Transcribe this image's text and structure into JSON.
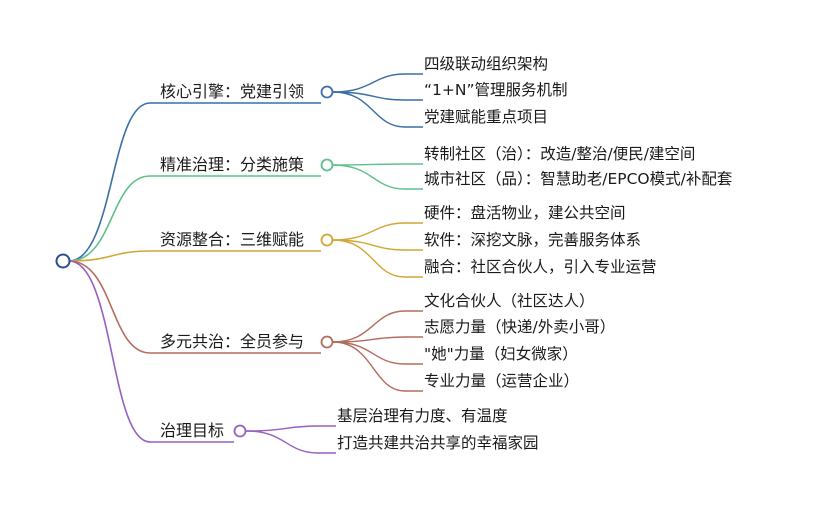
{
  "mindmap": {
    "root": {
      "label": ""
    },
    "branches": [
      {
        "label": "核心引擎：党建引领",
        "color": "#3a6ea5",
        "leaves": [
          "四级联动组织架构",
          "“1+N”管理服务机制",
          "党建赋能重点项目"
        ]
      },
      {
        "label": "精准治理：分类施策",
        "color": "#5fc08c",
        "leaves": [
          "转制社区（治）：改造/整治/便民/建空间",
          "城市社区（品）：智慧助老/EPCO模式/补配套"
        ]
      },
      {
        "label": "资源整合：三维赋能",
        "color": "#d2a630",
        "leaves": [
          "硬件：盘活物业，建公共空间",
          "软件：深挖文脉，完善服务体系",
          "融合：社区合伙人，引入专业运营"
        ]
      },
      {
        "label": "多元共治：全员参与",
        "color": "#b46c5e",
        "leaves": [
          "文化合伙人（社区达人）",
          "志愿力量（快递/外卖小哥）",
          "\"她\"力量（妇女微家）",
          "专业力量（运营企业）"
        ]
      },
      {
        "label": "治理目标",
        "color": "#9560c0",
        "leaves": [
          "基层治理有力度、有温度",
          "打造共建共治共享的幸福家园"
        ]
      }
    ]
  }
}
